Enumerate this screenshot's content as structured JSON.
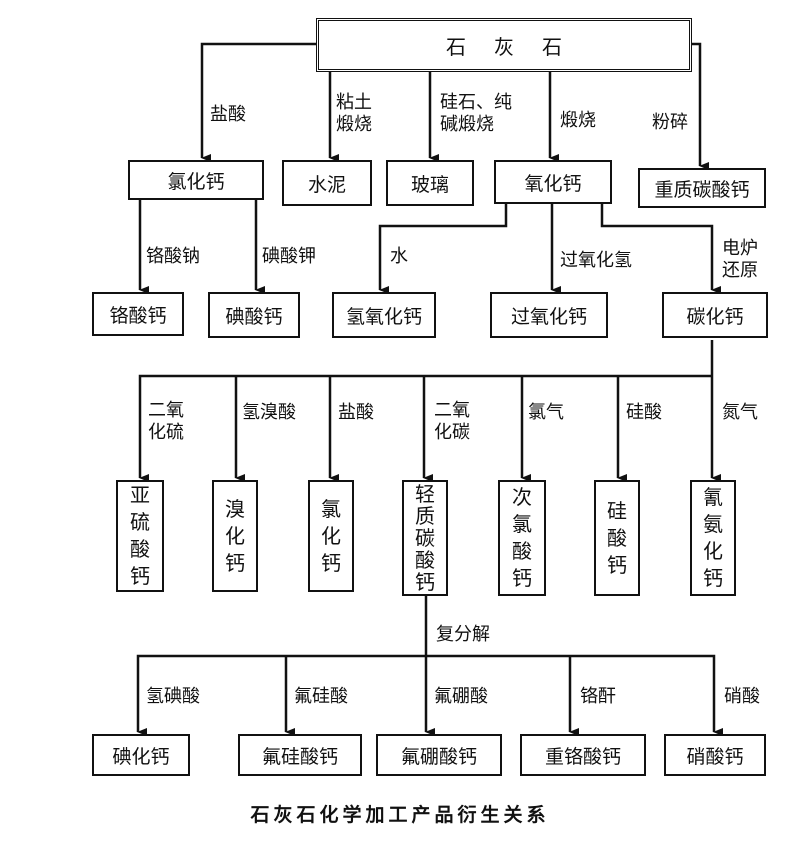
{
  "root": "石灰石",
  "level1": {
    "labels": {
      "hcl": "盐酸",
      "clay": "粘土\n煅烧",
      "glass": "硅石、纯\n碱煅烧",
      "calcine": "煅烧",
      "crush": "粉碎"
    },
    "boxes": {
      "cacl2": "氯化钙",
      "cement": "水泥",
      "glass": "玻璃",
      "cao": "氧化钙",
      "heavy_caco3": "重质碳酸钙"
    }
  },
  "level2": {
    "labels": {
      "na_chromate": "铬酸钠",
      "k_iodate": "碘酸钾",
      "water": "水",
      "h2o2": "过氧化氢",
      "furnace": "电炉\n还原"
    },
    "boxes": {
      "ca_chromate": "铬酸钙",
      "ca_iodate": "碘酸钙",
      "ca_oh2": "氢氧化钙",
      "cao2": "过氧化钙",
      "cac2": "碳化钙"
    }
  },
  "level3": {
    "labels": {
      "so2": "二氧\n化硫",
      "hbr": "氢溴酸",
      "hcl": "盐酸",
      "co2": "二氧\n化碳",
      "cl2": "氯气",
      "silicic": "硅酸",
      "n2": "氮气"
    },
    "boxes": {
      "sulfite": "亚硫酸钙",
      "bromide": "溴化钙",
      "chloride": "氯化钙",
      "light_caco3": "轻质碳酸钙",
      "hypochlorite": "次氯酸钙",
      "silicate": "硅酸钙",
      "cyanamide": "氰氨化钙"
    }
  },
  "level4": {
    "branch_label": "复分解",
    "labels": {
      "hi": "氢碘酸",
      "h2sif6": "氟硅酸",
      "hbf4": "氟硼酸",
      "cro3": "铬酐",
      "hno3": "硝酸"
    },
    "boxes": {
      "cai2": "碘化钙",
      "fluorosilicate": "氟硅酸钙",
      "fluoroborate": "氟硼酸钙",
      "dichromate": "重铬酸钙",
      "nitrate": "硝酸钙"
    }
  },
  "caption": "石灰石化学加工产品衍生关系"
}
